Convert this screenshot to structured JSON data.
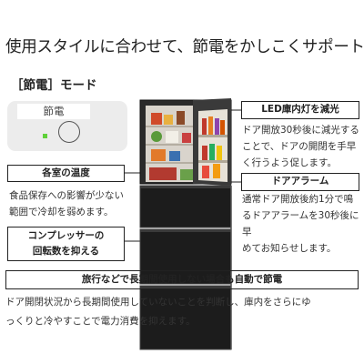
{
  "headline": "使用スタイルに合わせて、節電をかしこくサポート",
  "mode_title": "［節電］モード",
  "panel": {
    "button_label": "節電",
    "led_color": "#5fd13a"
  },
  "features": {
    "temperature": {
      "title": "各室の温度",
      "lines": [
        "食品保存への影響が少ない",
        "範囲で冷却を弱めます。"
      ]
    },
    "compressor": {
      "title_lines": [
        "コンプレッサーの",
        "回転数を抑える"
      ]
    },
    "led": {
      "title": "LED庫内灯を減光",
      "lines": [
        "ドア開放30秒後に減光する",
        "ことで、ドアの開閉を手早",
        "く行うよう促します。"
      ]
    },
    "alarm": {
      "title": "ドアアラーム",
      "lines": [
        "通常ドア開放後約1分で鳴",
        "るドアアラームを30秒後に早",
        "めてお知らせします。"
      ]
    }
  },
  "bottom": {
    "title": "旅行などで長期間使用しない場合も自動で節電",
    "lines": [
      "ドア開閉状況から長期間使用していないことを判断し、庫内をさらにゆ",
      "っくりと冷やすことで電力消費を抑えます。"
    ]
  },
  "colors": {
    "fridge_body": "#1e1e1e",
    "fridge_edge": "#3a3a3a",
    "panel_bg": "#ececec",
    "line": "#222222"
  }
}
